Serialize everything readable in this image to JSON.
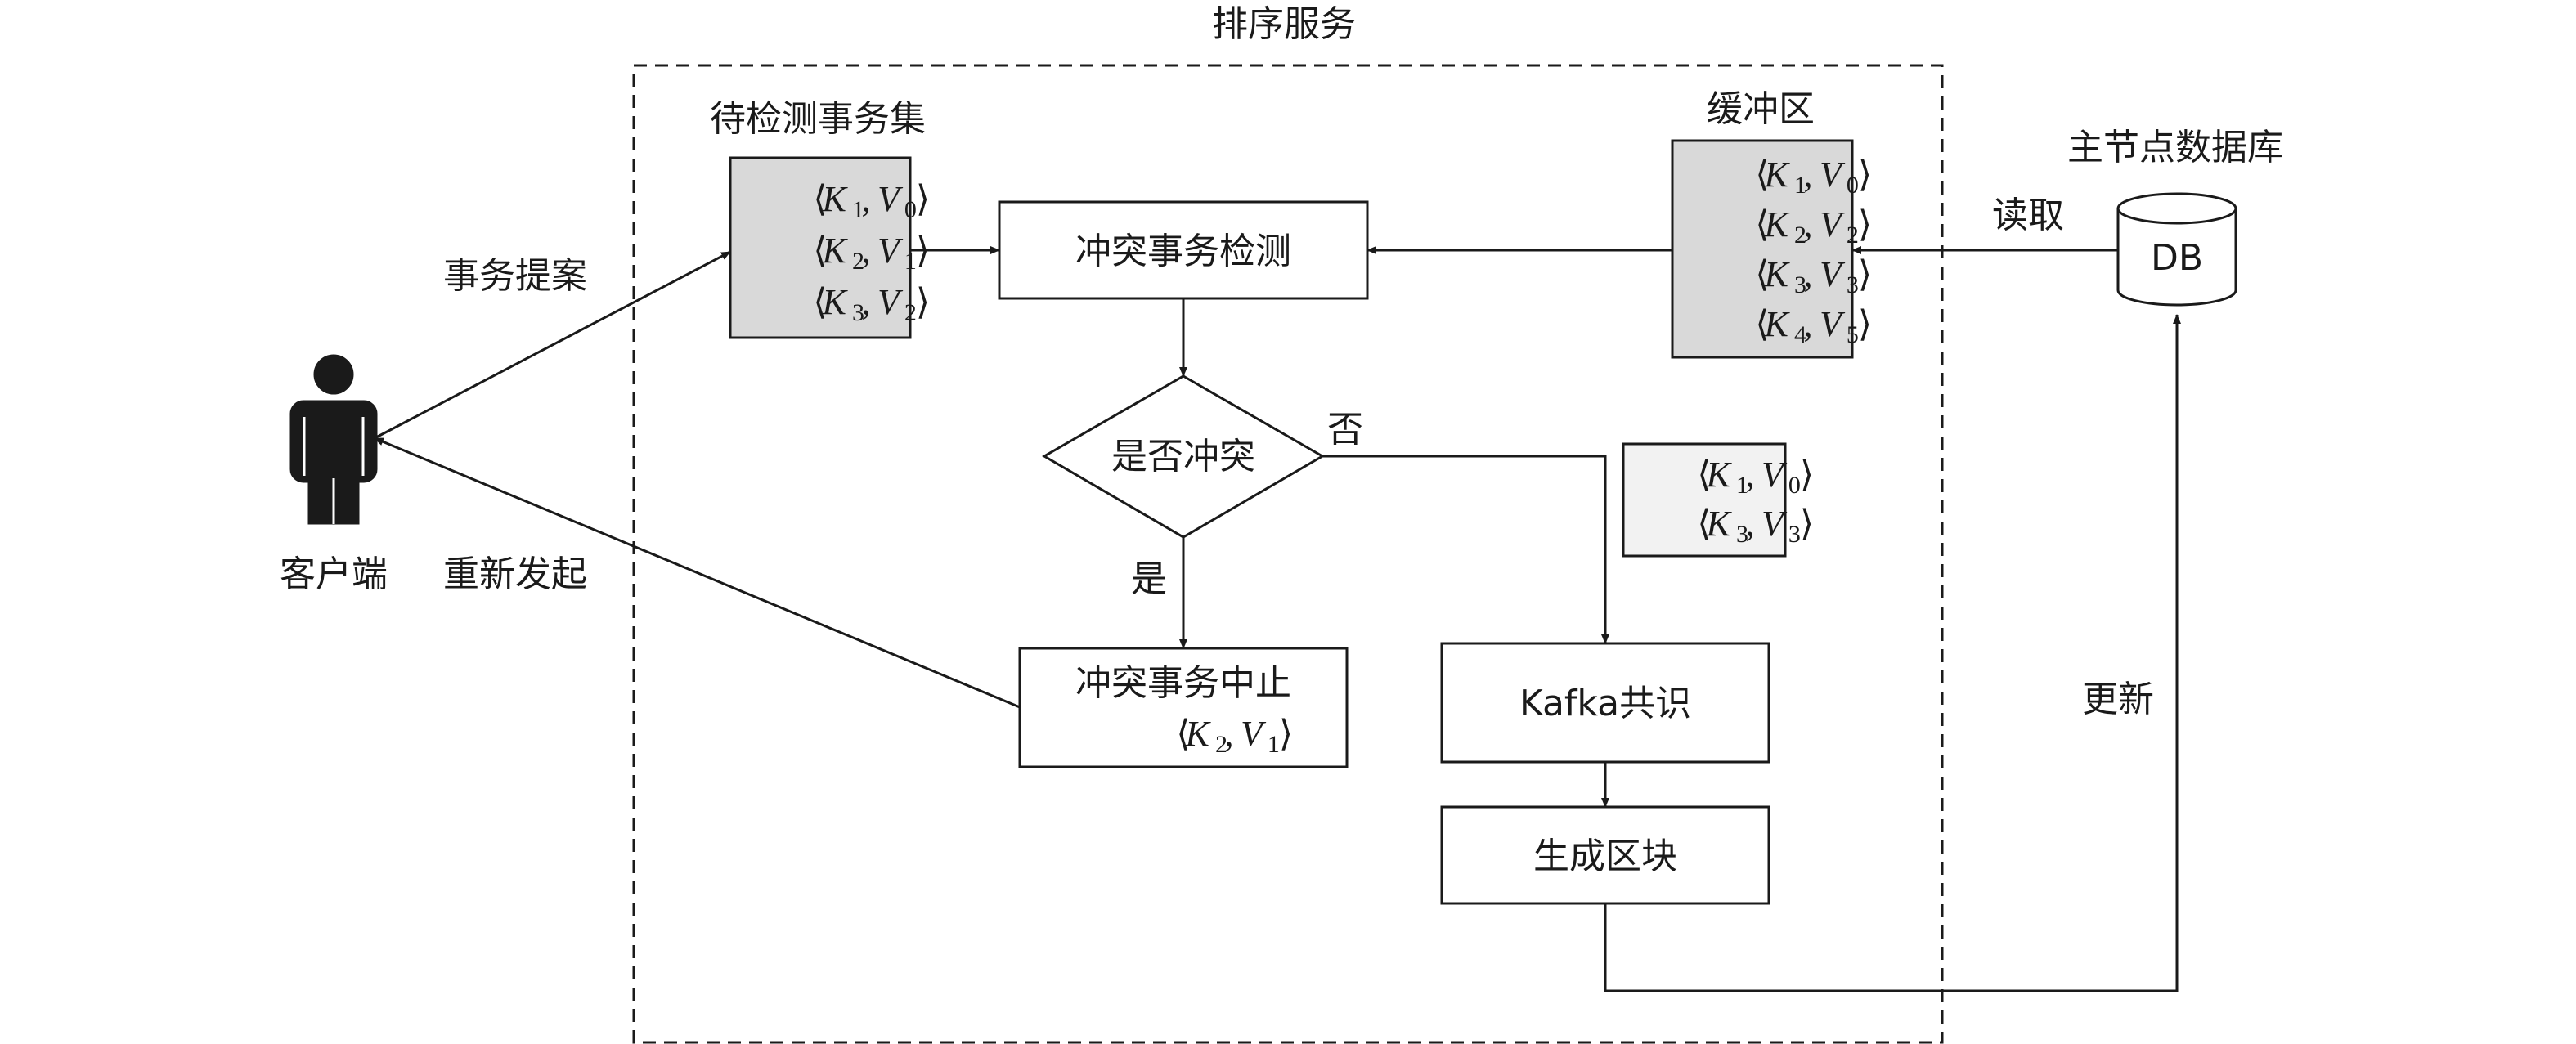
{
  "service": {
    "title": "排序服务"
  },
  "pending_set": {
    "label": "待检测事务集",
    "items": [
      {
        "k": "1",
        "v": "0"
      },
      {
        "k": "2",
        "v": "1"
      },
      {
        "k": "3",
        "v": "2"
      }
    ]
  },
  "buffer": {
    "label": "缓冲区",
    "items": [
      {
        "k": "1",
        "v": "0"
      },
      {
        "k": "2",
        "v": "2"
      },
      {
        "k": "3",
        "v": "3"
      },
      {
        "k": "4",
        "v": "5"
      }
    ]
  },
  "db": {
    "label": "主节点数据库",
    "text": "DB"
  },
  "nodes": {
    "conflict_detect": "冲突事务检测",
    "is_conflict": "是否冲突",
    "abort": "冲突事务中止",
    "abort_item": {
      "k": "2",
      "v": "1"
    },
    "kafka": "Kafka共识",
    "block": "生成区块"
  },
  "passed": {
    "items": [
      {
        "k": "1",
        "v": "0"
      },
      {
        "k": "3",
        "v": "3"
      }
    ]
  },
  "client": {
    "label": "客户端"
  },
  "edges": {
    "propose": "事务提案",
    "retry": "重新发起",
    "read": "读取",
    "update": "更新",
    "no": "否",
    "yes": "是"
  },
  "symbols": {
    "K": "K",
    "V": "V",
    "lang": "⟨",
    "rang": "⟩",
    "comma": ", "
  }
}
